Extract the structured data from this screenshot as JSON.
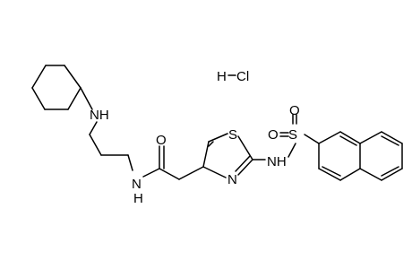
{
  "atoms": {
    "nh_amine": "NH",
    "o_carbonyl": "O",
    "nh_amide": "N",
    "h_amide": "H",
    "s_thiazole": "S",
    "n_thiazole": "N",
    "nh_sulfonamide": "NH",
    "s_sulfonyl": "S",
    "o_sulfonyl_1": "O",
    "o_sulfonyl_2": "O"
  },
  "salt": {
    "h": "H",
    "cl": "Cl"
  }
}
